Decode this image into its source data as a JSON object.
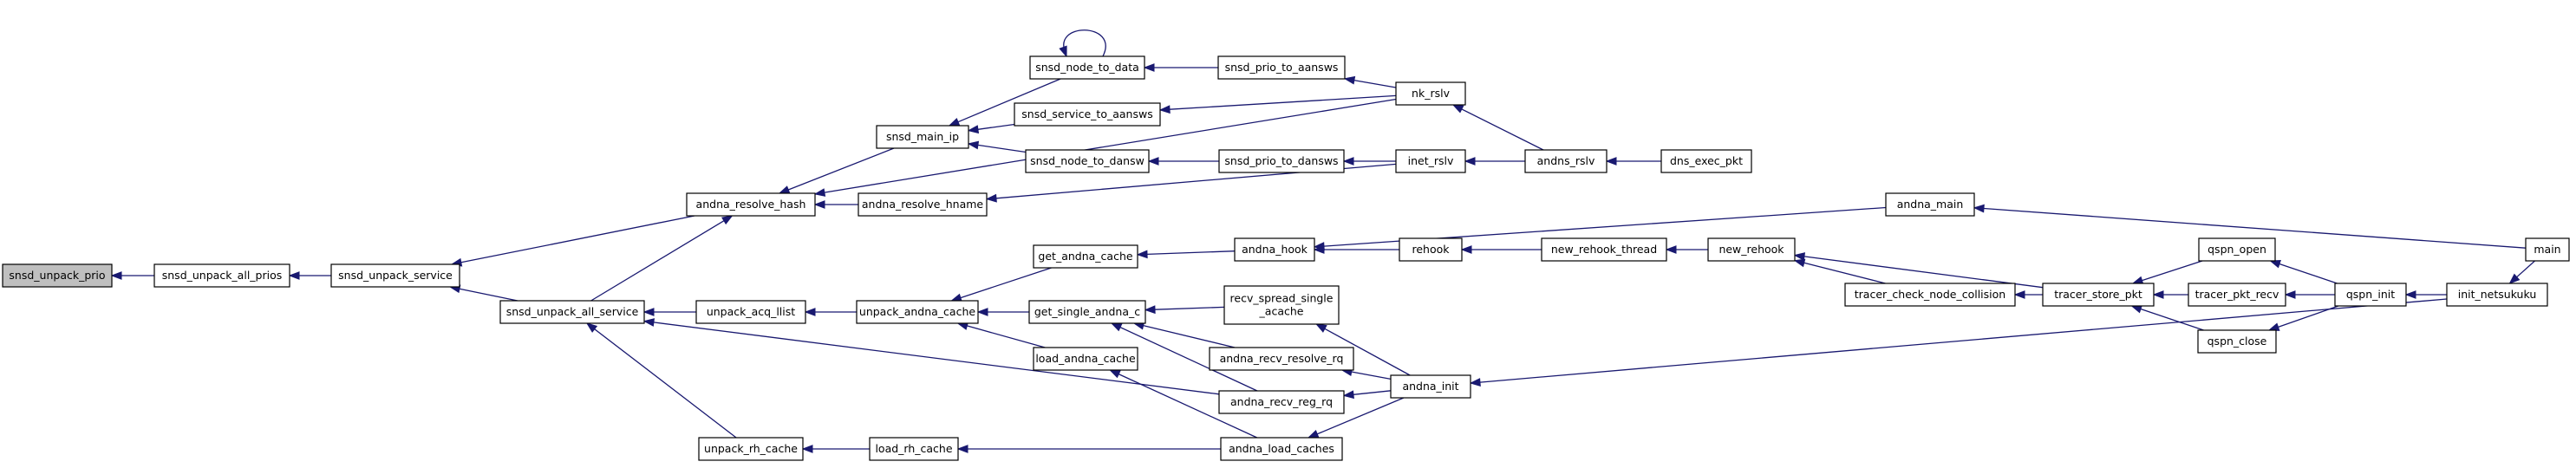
{
  "graph": {
    "nodes": [
      {
        "id": "snsd_unpack_prio",
        "label": "snsd_unpack_prio",
        "root": true
      },
      {
        "id": "snsd_unpack_all_prios",
        "label": "snsd_unpack_all_prios"
      },
      {
        "id": "snsd_unpack_service",
        "label": "snsd_unpack_service"
      },
      {
        "id": "andna_resolve_hash",
        "label": "andna_resolve_hash"
      },
      {
        "id": "snsd_unpack_all_service",
        "label": "snsd_unpack_all_service"
      },
      {
        "id": "snsd_main_ip",
        "label": "snsd_main_ip"
      },
      {
        "id": "andna_resolve_hname",
        "label": "andna_resolve_hname"
      },
      {
        "id": "unpack_acq_llist",
        "label": "unpack_acq_llist"
      },
      {
        "id": "unpack_rh_cache",
        "label": "unpack_rh_cache"
      },
      {
        "id": "snsd_node_to_data",
        "label": "snsd_node_to_data"
      },
      {
        "id": "snsd_service_to_aansws",
        "label": "snsd_service_to_aansws"
      },
      {
        "id": "snsd_node_to_dansw",
        "label": "snsd_node_to_dansw"
      },
      {
        "id": "unpack_andna_cache",
        "label": "unpack_andna_cache"
      },
      {
        "id": "load_rh_cache",
        "label": "load_rh_cache"
      },
      {
        "id": "snsd_prio_to_aansws",
        "label": "snsd_prio_to_aansws"
      },
      {
        "id": "snsd_prio_to_dansws",
        "label": "snsd_prio_to_dansws"
      },
      {
        "id": "get_andna_cache",
        "label": "get_andna_cache"
      },
      {
        "id": "get_single_andna_c",
        "label": "get_single_andna_c"
      },
      {
        "id": "load_andna_cache",
        "label": "load_andna_cache"
      },
      {
        "id": "nk_rslv",
        "label": "nk_rslv"
      },
      {
        "id": "inet_rslv",
        "label": "inet_rslv"
      },
      {
        "id": "andna_hook",
        "label": "andna_hook"
      },
      {
        "id": "recv_spread_single_acache",
        "label": "recv_spread_single\n_acache"
      },
      {
        "id": "andna_recv_resolve_rq",
        "label": "andna_recv_resolve_rq"
      },
      {
        "id": "andna_recv_reg_rq",
        "label": "andna_recv_reg_rq"
      },
      {
        "id": "andna_load_caches",
        "label": "andna_load_caches"
      },
      {
        "id": "andns_rslv",
        "label": "andns_rslv"
      },
      {
        "id": "rehook",
        "label": "rehook"
      },
      {
        "id": "andna_init",
        "label": "andna_init"
      },
      {
        "id": "dns_exec_pkt",
        "label": "dns_exec_pkt"
      },
      {
        "id": "new_rehook_thread",
        "label": "new_rehook_thread"
      },
      {
        "id": "andna_main",
        "label": "andna_main"
      },
      {
        "id": "new_rehook",
        "label": "new_rehook"
      },
      {
        "id": "tracer_check_node_collision",
        "label": "tracer_check_node_collision"
      },
      {
        "id": "tracer_store_pkt",
        "label": "tracer_store_pkt"
      },
      {
        "id": "qspn_open",
        "label": "qspn_open"
      },
      {
        "id": "tracer_pkt_recv",
        "label": "tracer_pkt_recv"
      },
      {
        "id": "qspn_close",
        "label": "qspn_close"
      },
      {
        "id": "qspn_init",
        "label": "qspn_init"
      },
      {
        "id": "init_netsukuku",
        "label": "init_netsukuku"
      },
      {
        "id": "main",
        "label": "main"
      }
    ],
    "edges": [
      [
        "snsd_unpack_all_prios",
        "snsd_unpack_prio"
      ],
      [
        "snsd_unpack_service",
        "snsd_unpack_all_prios"
      ],
      [
        "andna_resolve_hash",
        "snsd_unpack_service"
      ],
      [
        "snsd_unpack_all_service",
        "snsd_unpack_service"
      ],
      [
        "snsd_main_ip",
        "andna_resolve_hash"
      ],
      [
        "andna_resolve_hname",
        "andna_resolve_hash"
      ],
      [
        "nk_rslv",
        "andna_resolve_hash"
      ],
      [
        "snsd_unpack_all_service",
        "andna_resolve_hash"
      ],
      [
        "unpack_acq_llist",
        "snsd_unpack_all_service"
      ],
      [
        "unpack_rh_cache",
        "snsd_unpack_all_service"
      ],
      [
        "andna_recv_reg_rq",
        "snsd_unpack_all_service"
      ],
      [
        "snsd_node_to_data",
        "snsd_main_ip"
      ],
      [
        "snsd_service_to_aansws",
        "snsd_main_ip"
      ],
      [
        "snsd_node_to_dansw",
        "snsd_main_ip"
      ],
      [
        "snsd_node_to_data",
        "snsd_node_to_data"
      ],
      [
        "snsd_prio_to_aansws",
        "snsd_node_to_data"
      ],
      [
        "nk_rslv",
        "snsd_prio_to_aansws"
      ],
      [
        "nk_rslv",
        "snsd_service_to_aansws"
      ],
      [
        "snsd_prio_to_dansws",
        "snsd_node_to_dansw"
      ],
      [
        "inet_rslv",
        "snsd_prio_to_dansws"
      ],
      [
        "inet_rslv",
        "andna_resolve_hname"
      ],
      [
        "andns_rslv",
        "nk_rslv"
      ],
      [
        "andns_rslv",
        "inet_rslv"
      ],
      [
        "dns_exec_pkt",
        "andns_rslv"
      ],
      [
        "unpack_andna_cache",
        "unpack_acq_llist"
      ],
      [
        "get_andna_cache",
        "unpack_andna_cache"
      ],
      [
        "get_single_andna_c",
        "unpack_andna_cache"
      ],
      [
        "load_andna_cache",
        "unpack_andna_cache"
      ],
      [
        "andna_hook",
        "get_andna_cache"
      ],
      [
        "rehook",
        "andna_hook"
      ],
      [
        "andna_main",
        "andna_hook"
      ],
      [
        "new_rehook_thread",
        "rehook"
      ],
      [
        "new_rehook",
        "new_rehook_thread"
      ],
      [
        "tracer_check_node_collision",
        "new_rehook"
      ],
      [
        "tracer_store_pkt",
        "new_rehook"
      ],
      [
        "tracer_store_pkt",
        "tracer_check_node_collision"
      ],
      [
        "qspn_open",
        "tracer_store_pkt"
      ],
      [
        "tracer_pkt_recv",
        "tracer_store_pkt"
      ],
      [
        "qspn_close",
        "tracer_store_pkt"
      ],
      [
        "qspn_init",
        "qspn_open"
      ],
      [
        "qspn_init",
        "tracer_pkt_recv"
      ],
      [
        "qspn_init",
        "qspn_close"
      ],
      [
        "init_netsukuku",
        "qspn_init"
      ],
      [
        "main",
        "init_netsukuku"
      ],
      [
        "main",
        "andna_main"
      ],
      [
        "init_netsukuku",
        "andna_init"
      ],
      [
        "recv_spread_single_acache",
        "get_single_andna_c"
      ],
      [
        "andna_recv_resolve_rq",
        "get_single_andna_c"
      ],
      [
        "andna_recv_reg_rq",
        "get_single_andna_c"
      ],
      [
        "andna_init",
        "recv_spread_single_acache"
      ],
      [
        "andna_init",
        "andna_recv_resolve_rq"
      ],
      [
        "andna_init",
        "andna_recv_reg_rq"
      ],
      [
        "andna_init",
        "andna_load_caches"
      ],
      [
        "andna_load_caches",
        "load_andna_cache"
      ],
      [
        "andna_load_caches",
        "load_rh_cache"
      ],
      [
        "load_rh_cache",
        "unpack_rh_cache"
      ]
    ]
  }
}
